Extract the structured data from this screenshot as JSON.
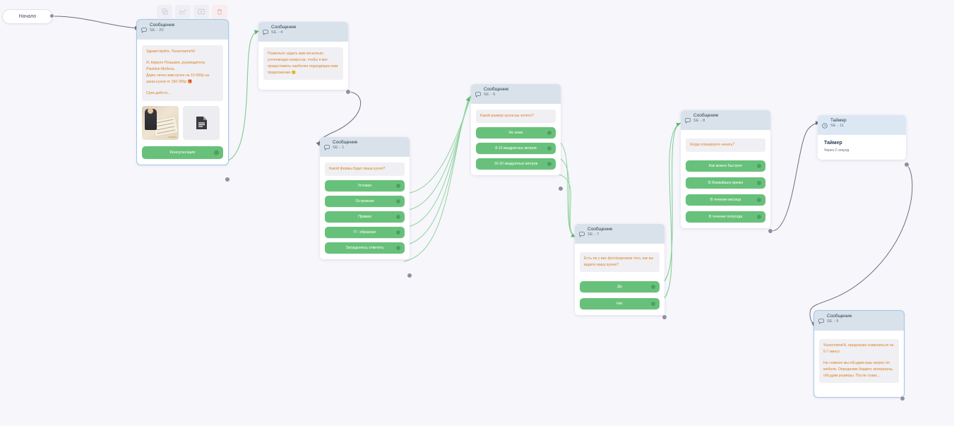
{
  "canvas": {
    "background": "#f7f6fb",
    "edge_green": "#74c98a",
    "edge_gray": "#6e6e80"
  },
  "toolbar": {
    "buttons": [
      {
        "name": "duplicate-button",
        "icon": "copy-icon",
        "label": ""
      },
      {
        "name": "statistics-button",
        "icon": "chart-icon",
        "label": ""
      },
      {
        "name": "add-node-button",
        "icon": "add-box-icon",
        "label": ""
      },
      {
        "name": "delete-button",
        "icon": "trash-icon",
        "label": ""
      }
    ]
  },
  "start_node": {
    "label": "Начало"
  },
  "nodes": [
    {
      "id": "se20",
      "type": "message",
      "title": "Сообщение",
      "subtitle": "SE - 20",
      "selected": true,
      "text": [
        "Здравствуйте, %username%!",
        "Я, Кирилл Плашкин, руководитель Plashkin Мебель.",
        "Дарю лично вам купон на 10 000р на заказ кухни от 150 000р 🎁",
        "Срок дейстя..."
      ],
      "attachments": [
        "photo-attachment",
        "document-attachment"
      ],
      "buttons": [
        {
          "label": "Консультация"
        }
      ]
    },
    {
      "id": "se4",
      "type": "message",
      "title": "Сообщение",
      "subtitle": "SE - 4",
      "selected": false,
      "text": [
        "Позвольте задать вам несколько уточняющих вопросов, чтобы я мог предоставить наиболее подходящее вам предложение 😊"
      ],
      "buttons": []
    },
    {
      "id": "se1",
      "type": "message",
      "title": "Сообщение",
      "subtitle": "SE - 1",
      "selected": false,
      "text": [
        "Какой формы будет ваша кухня?"
      ],
      "buttons": [
        {
          "label": "Угловая"
        },
        {
          "label": "Островная"
        },
        {
          "label": "Прямая"
        },
        {
          "label": "П - образная"
        },
        {
          "label": "Затрудняюсь ответить"
        }
      ]
    },
    {
      "id": "se6",
      "type": "message",
      "title": "Сообщение",
      "subtitle": "SE - 6",
      "selected": false,
      "text": [
        "Какой размер кухни вы хотите?"
      ],
      "buttons": [
        {
          "label": "Не знаю"
        },
        {
          "label": "8-12 квадратных метров"
        },
        {
          "label": "16-20 квадратных метров"
        }
      ]
    },
    {
      "id": "se7",
      "type": "message",
      "title": "Сообщение",
      "subtitle": "SE - 7",
      "selected": false,
      "text": [
        "Есть ли у вас фото/картинки того, как вы видите вашу кухню?"
      ],
      "buttons": [
        {
          "label": "Да"
        },
        {
          "label": "Нет"
        }
      ]
    },
    {
      "id": "se8",
      "type": "message",
      "title": "Сообщение",
      "subtitle": "SE - 8",
      "selected": false,
      "text": [
        "Когда планируете начать?"
      ],
      "buttons": [
        {
          "label": "Как можно быстрее"
        },
        {
          "label": "В ближайшее время"
        },
        {
          "label": "В течение месяца"
        },
        {
          "label": "В течение полугода"
        }
      ]
    },
    {
      "id": "se11",
      "type": "timer",
      "title": "Таймер",
      "subtitle": "SE - 11",
      "selected": false,
      "body_title": "Таймер",
      "body_sub": "Через 2 секунд"
    },
    {
      "id": "se9",
      "type": "message",
      "title": "Сообщение",
      "subtitle": "SE - 9",
      "selected": true,
      "text": [
        "%username%, предлагаю созвониться на 5-7 минут.",
        "На созвоне мы обсудим ваш запрос по мебели. Определим бюджет, материалы, обсудим размеры. После созво..."
      ],
      "buttons": []
    }
  ]
}
